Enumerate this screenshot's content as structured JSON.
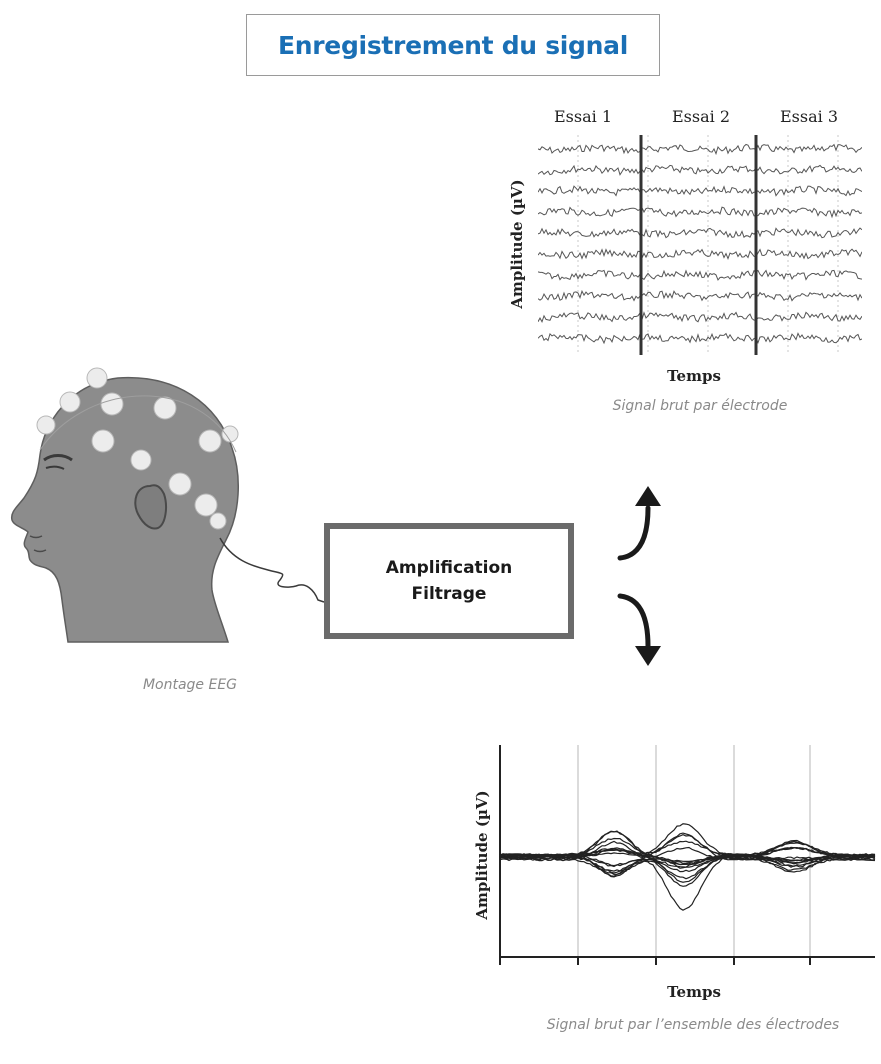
{
  "title": "Enregistrement du signal",
  "top_panel": {
    "trials": [
      "Essai 1",
      "Essai 2",
      "Essai 3"
    ],
    "ylabel": "Amplitude (µV)",
    "xlabel": "Temps",
    "caption": "Signal brut par électrode"
  },
  "processing": {
    "line1": "Amplification",
    "line2": "Filtrage"
  },
  "montage_caption": "Montage EEG",
  "bottom_panel": {
    "ylabel": "Amplitude  (µV)",
    "xlabel": "Temps",
    "caption": "Signal brut par l’ensemble des électrodes"
  },
  "colors": {
    "title": "#1a6fb5",
    "head": "#8c8c8c",
    "electrode": "#ececec",
    "box_border": "#6b6b6b"
  },
  "icons": [
    "eeg-head-icon",
    "arrow-up-icon",
    "arrow-down-icon"
  ]
}
